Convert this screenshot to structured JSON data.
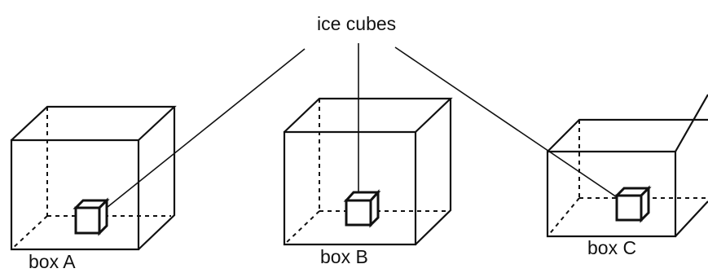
{
  "labels": {
    "ice_cubes": "ice cubes",
    "box_a": "box A",
    "box_b": "box B",
    "box_c": "box C"
  },
  "colors": {
    "line": "#111111",
    "background": "#ffffff"
  }
}
